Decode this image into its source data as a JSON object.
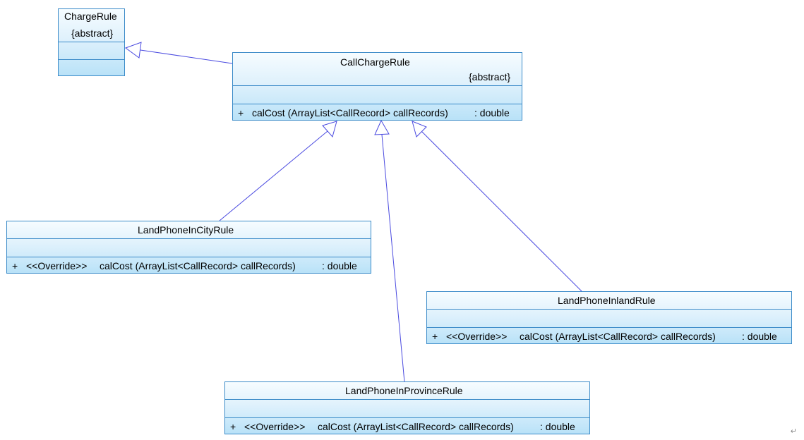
{
  "diagram": {
    "classes": {
      "charge_rule": {
        "name": "ChargeRule",
        "stereotype": "{abstract}",
        "operation": ""
      },
      "call_charge_rule": {
        "name": "CallChargeRule",
        "stereotype": "{abstract}",
        "operation": {
          "visibility": "+",
          "signature": "calCost (ArrayList<CallRecord> callRecords)",
          "return_type": ": double"
        }
      },
      "land_phone_in_city_rule": {
        "name": "LandPhoneInCityRule",
        "operation": {
          "visibility": "+",
          "annotation": "<<Override>>",
          "signature": "calCost (ArrayList<CallRecord> callRecords)",
          "return_type": ": double"
        }
      },
      "land_phone_inland_rule": {
        "name": "LandPhoneInlandRule",
        "operation": {
          "visibility": "+",
          "annotation": "<<Override>>",
          "signature": "calCost (ArrayList<CallRecord> callRecords)",
          "return_type": ": double"
        }
      },
      "land_phone_in_province_rule": {
        "name": "LandPhoneInProvinceRule",
        "operation": {
          "visibility": "+",
          "annotation": "<<Override>>",
          "signature": "calCost (ArrayList<CallRecord> callRecords)",
          "return_type": ": double"
        }
      }
    },
    "relations": [
      {
        "type": "generalization",
        "from": "CallChargeRule",
        "to": "ChargeRule"
      },
      {
        "type": "generalization",
        "from": "LandPhoneInCityRule",
        "to": "CallChargeRule"
      },
      {
        "type": "generalization",
        "from": "LandPhoneInProvinceRule",
        "to": "CallChargeRule"
      },
      {
        "type": "generalization",
        "from": "LandPhoneInlandRule",
        "to": "CallChargeRule"
      }
    ],
    "edge_color": "#4a4ae0",
    "border_color": "#3a8ac8",
    "return_mark": "↵"
  }
}
